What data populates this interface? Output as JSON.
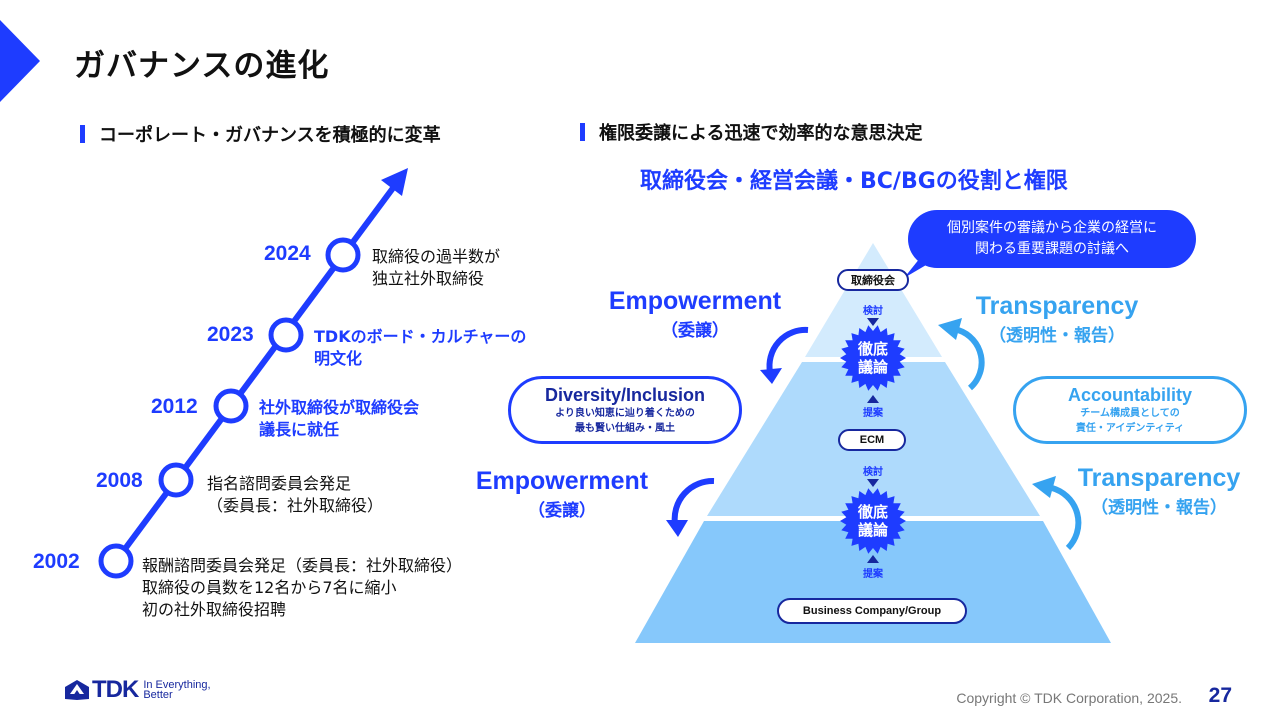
{
  "slide": {
    "title": "ガバナンスの進化",
    "page_number": "27",
    "copyright": "Copyright © TDK Corporation, 2025."
  },
  "left": {
    "heading": "コーポレート・ガバナンスを積極的に変革",
    "timeline": [
      {
        "year": "2024",
        "lines": [
          "取締役の過半数が",
          "独立社外取締役"
        ],
        "highlight": false
      },
      {
        "year": "2023",
        "lines": [
          "TDKのボード・カルチャーの",
          "明文化"
        ],
        "highlight": true
      },
      {
        "year": "2012",
        "lines": [
          "社外取締役が取締役会",
          "議長に就任"
        ],
        "highlight": true
      },
      {
        "year": "2008",
        "lines": [
          "指名諮問委員会発足",
          "（委員長：社外取締役）"
        ],
        "highlight": false
      },
      {
        "year": "2002",
        "lines": [
          "報酬諮問委員会発足（委員長：社外取締役）",
          "取締役の員数を12名から7名に縮小",
          "初の社外取締役招聘"
        ],
        "highlight": false
      }
    ]
  },
  "right": {
    "heading": "権限委譲による迅速で効率的な意思決定",
    "diagram_title": "取締役会・経営会議・BC/BGの役割と権限",
    "callout": [
      "個別案件の審議から企業の経営に",
      "関わる重要課題の討議へ"
    ],
    "tiers": [
      {
        "label": "取締役会"
      },
      {
        "label": "ECM"
      },
      {
        "label": "Business Company/Group"
      }
    ],
    "review_label": "検討",
    "proposal_label": "提案",
    "badge": [
      "徹底",
      "議論"
    ],
    "empowerment": {
      "title": "Empowerment",
      "sub": "（委譲）"
    },
    "transparency": {
      "title": "Transparency",
      "sub": "（透明性・報告）"
    },
    "diversity": {
      "title": "Diversity/Inclusion",
      "lines": [
        "より良い知恵に辿り着くための",
        "最も賢い仕組み・風土"
      ]
    },
    "accountability": {
      "title": "Accountability",
      "lines": [
        "チーム構成員としての",
        "責任・アイデンティティ"
      ]
    }
  },
  "footer": {
    "logo_text": "TDK",
    "tagline": [
      "In Everything,",
      "Better"
    ]
  },
  "colors": {
    "primary_blue": "#1e3cff",
    "navy": "#17289e",
    "light_blue": "#36a3f0",
    "tier_top": "#d3ebfd",
    "tier_mid": "#aedafc",
    "tier_bottom": "#86c8fb"
  }
}
